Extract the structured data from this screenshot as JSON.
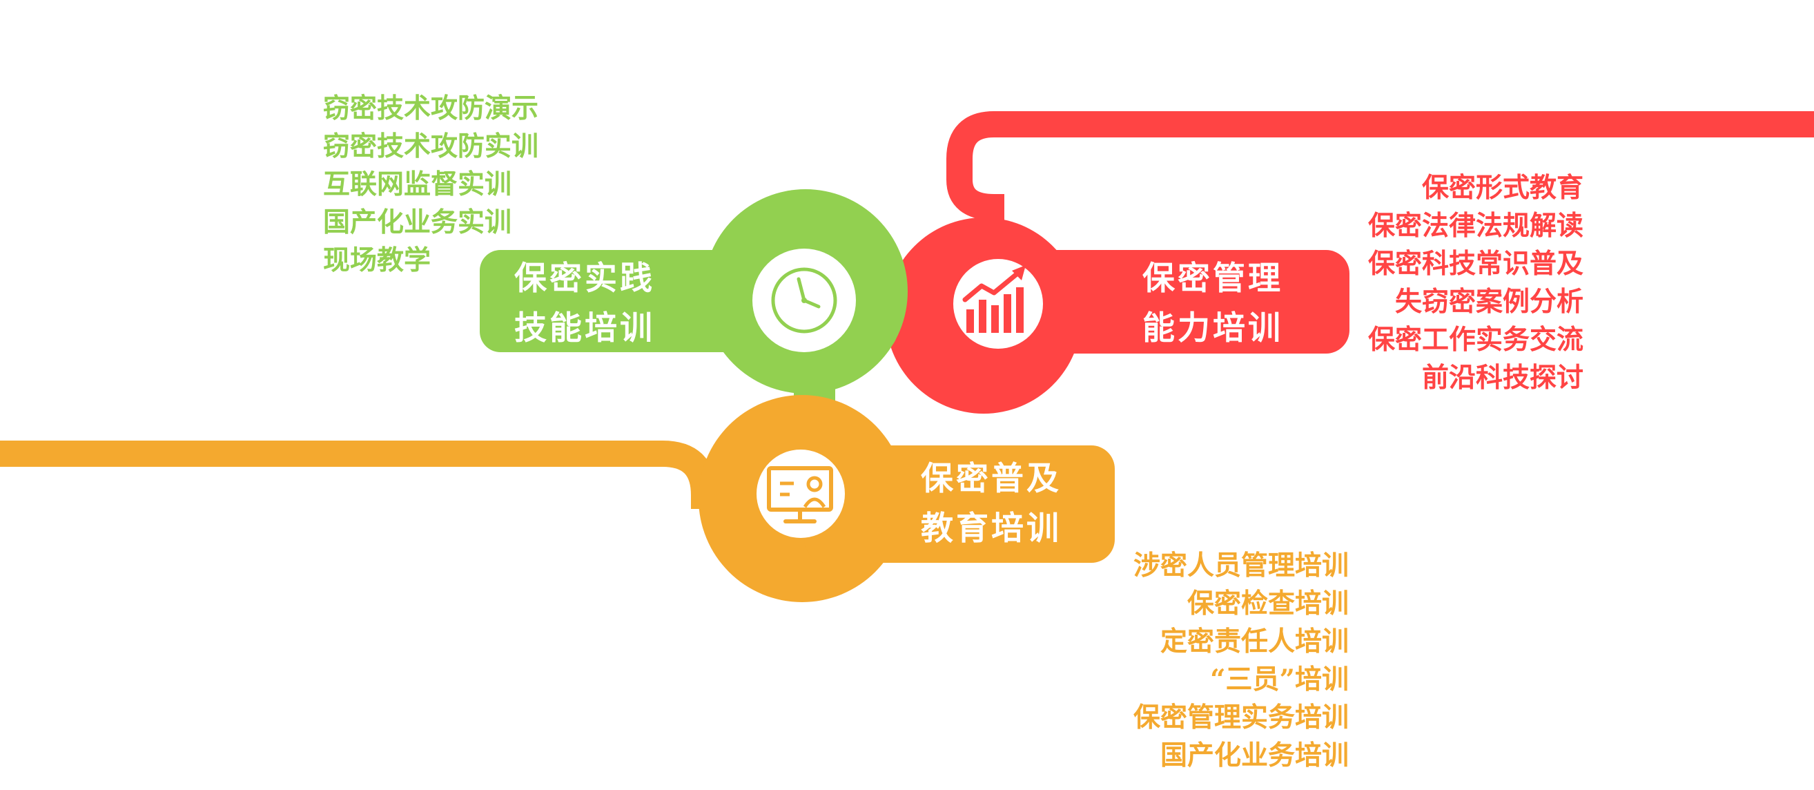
{
  "colors": {
    "green": "#92D050",
    "red": "#FF4444",
    "orange": "#F4A92F",
    "white": "#FFFFFF"
  },
  "nodes": {
    "practice": {
      "title_line1": "保密实践",
      "title_line2": "技能培训",
      "icon": "clock-icon",
      "items": [
        "窃密技术攻防演示",
        "窃密技术攻防实训",
        "互联网监督实训",
        "国产化业务实训",
        "现场教学"
      ]
    },
    "management": {
      "title_line1": "保密管理",
      "title_line2": "能力培训",
      "icon": "growth-chart-icon",
      "items": [
        "保密形式教育",
        "保密法律法规解读",
        "保密科技常识普及",
        "失窃密案例分析",
        "保密工作实务交流",
        "前沿科技探讨"
      ]
    },
    "education": {
      "title_line1": "保密普及",
      "title_line2": "教育培训",
      "icon": "presentation-screen-icon",
      "items": [
        "涉密人员管理培训",
        "保密检查培训",
        "定密责任人培训",
        "“三员”培训",
        "保密管理实务培训",
        "国产化业务培训"
      ]
    }
  }
}
